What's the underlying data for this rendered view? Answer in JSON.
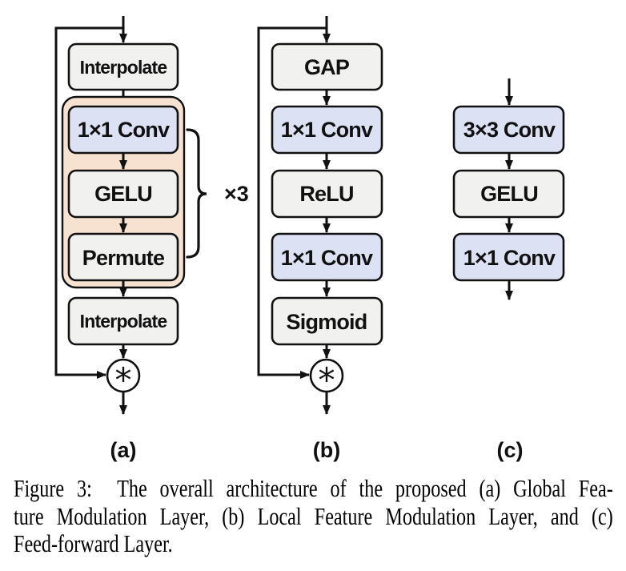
{
  "figure": {
    "panels": [
      {
        "id": "a",
        "label": "(a)",
        "blocks": [
          "Interpolate",
          "1×1 Conv",
          "GELU",
          "Permute",
          "Interpolate"
        ],
        "repeat_label": "×3",
        "operator": "*"
      },
      {
        "id": "b",
        "label": "(b)",
        "blocks": [
          "GAP",
          "1×1 Conv",
          "ReLU",
          "1×1 Conv",
          "Sigmoid"
        ],
        "operator": "*"
      },
      {
        "id": "c",
        "label": "(c)",
        "blocks": [
          "3×3 Conv",
          "GELU",
          "1×1 Conv"
        ]
      }
    ],
    "colors": {
      "block_gray": "#f1f1f0",
      "block_blue": "#dce1f3",
      "repeat_group_fill": "#f7e2d1",
      "line": "#111111",
      "background": "#ffffff"
    }
  },
  "caption": {
    "lines": [
      "Figure 3:  The overall architecture of the proposed (a) Global Fea-",
      "ture Modulation Layer, (b) Local Feature Modulation Layer, and (c)",
      "Feed-forward Layer."
    ]
  }
}
